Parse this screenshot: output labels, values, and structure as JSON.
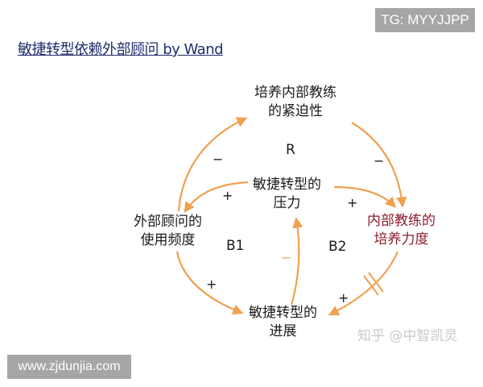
{
  "badges": {
    "top_right": "TG: MYYJJPP",
    "bottom_left": "www.zjdunjia.com"
  },
  "title": "敏捷转型依赖外部顾问 by Wand",
  "colors": {
    "arrow": "#f0a050",
    "node_text": "#1a1a1a",
    "highlight_node": "#8b1d2c",
    "title": "#1f2d6b"
  },
  "nodes": {
    "urgency": {
      "line1": "培养内部教练",
      "line2": "的紧迫性"
    },
    "pressure": {
      "line1": "敏捷转型的",
      "line2": "压力"
    },
    "external": {
      "line1": "外部顾问的",
      "line2": "使用频度"
    },
    "internal": {
      "line1": "内部教练的",
      "line2": "培养力度"
    },
    "progress": {
      "line1": "敏捷转型的",
      "line2": "进展"
    }
  },
  "loops": {
    "r": "R",
    "b1": "B1",
    "b2": "B2"
  },
  "signs": {
    "external_to_urgency": "−",
    "urgency_to_internal": "−",
    "pressure_to_external": "+",
    "pressure_to_internal": "+",
    "external_to_progress": "+",
    "progress_to_pressure": "−",
    "internal_to_progress": "+"
  },
  "edges": [
    {
      "from": "external",
      "to": "urgency",
      "polarity": "-"
    },
    {
      "from": "urgency",
      "to": "internal",
      "polarity": "-"
    },
    {
      "from": "pressure",
      "to": "external",
      "polarity": "+"
    },
    {
      "from": "pressure",
      "to": "internal",
      "polarity": "+"
    },
    {
      "from": "external",
      "to": "progress",
      "polarity": "+"
    },
    {
      "from": "progress",
      "to": "pressure",
      "polarity": "-"
    },
    {
      "from": "internal",
      "to": "progress",
      "polarity": "+",
      "delay": true
    }
  ],
  "watermark": "知乎 @中智凯灵"
}
